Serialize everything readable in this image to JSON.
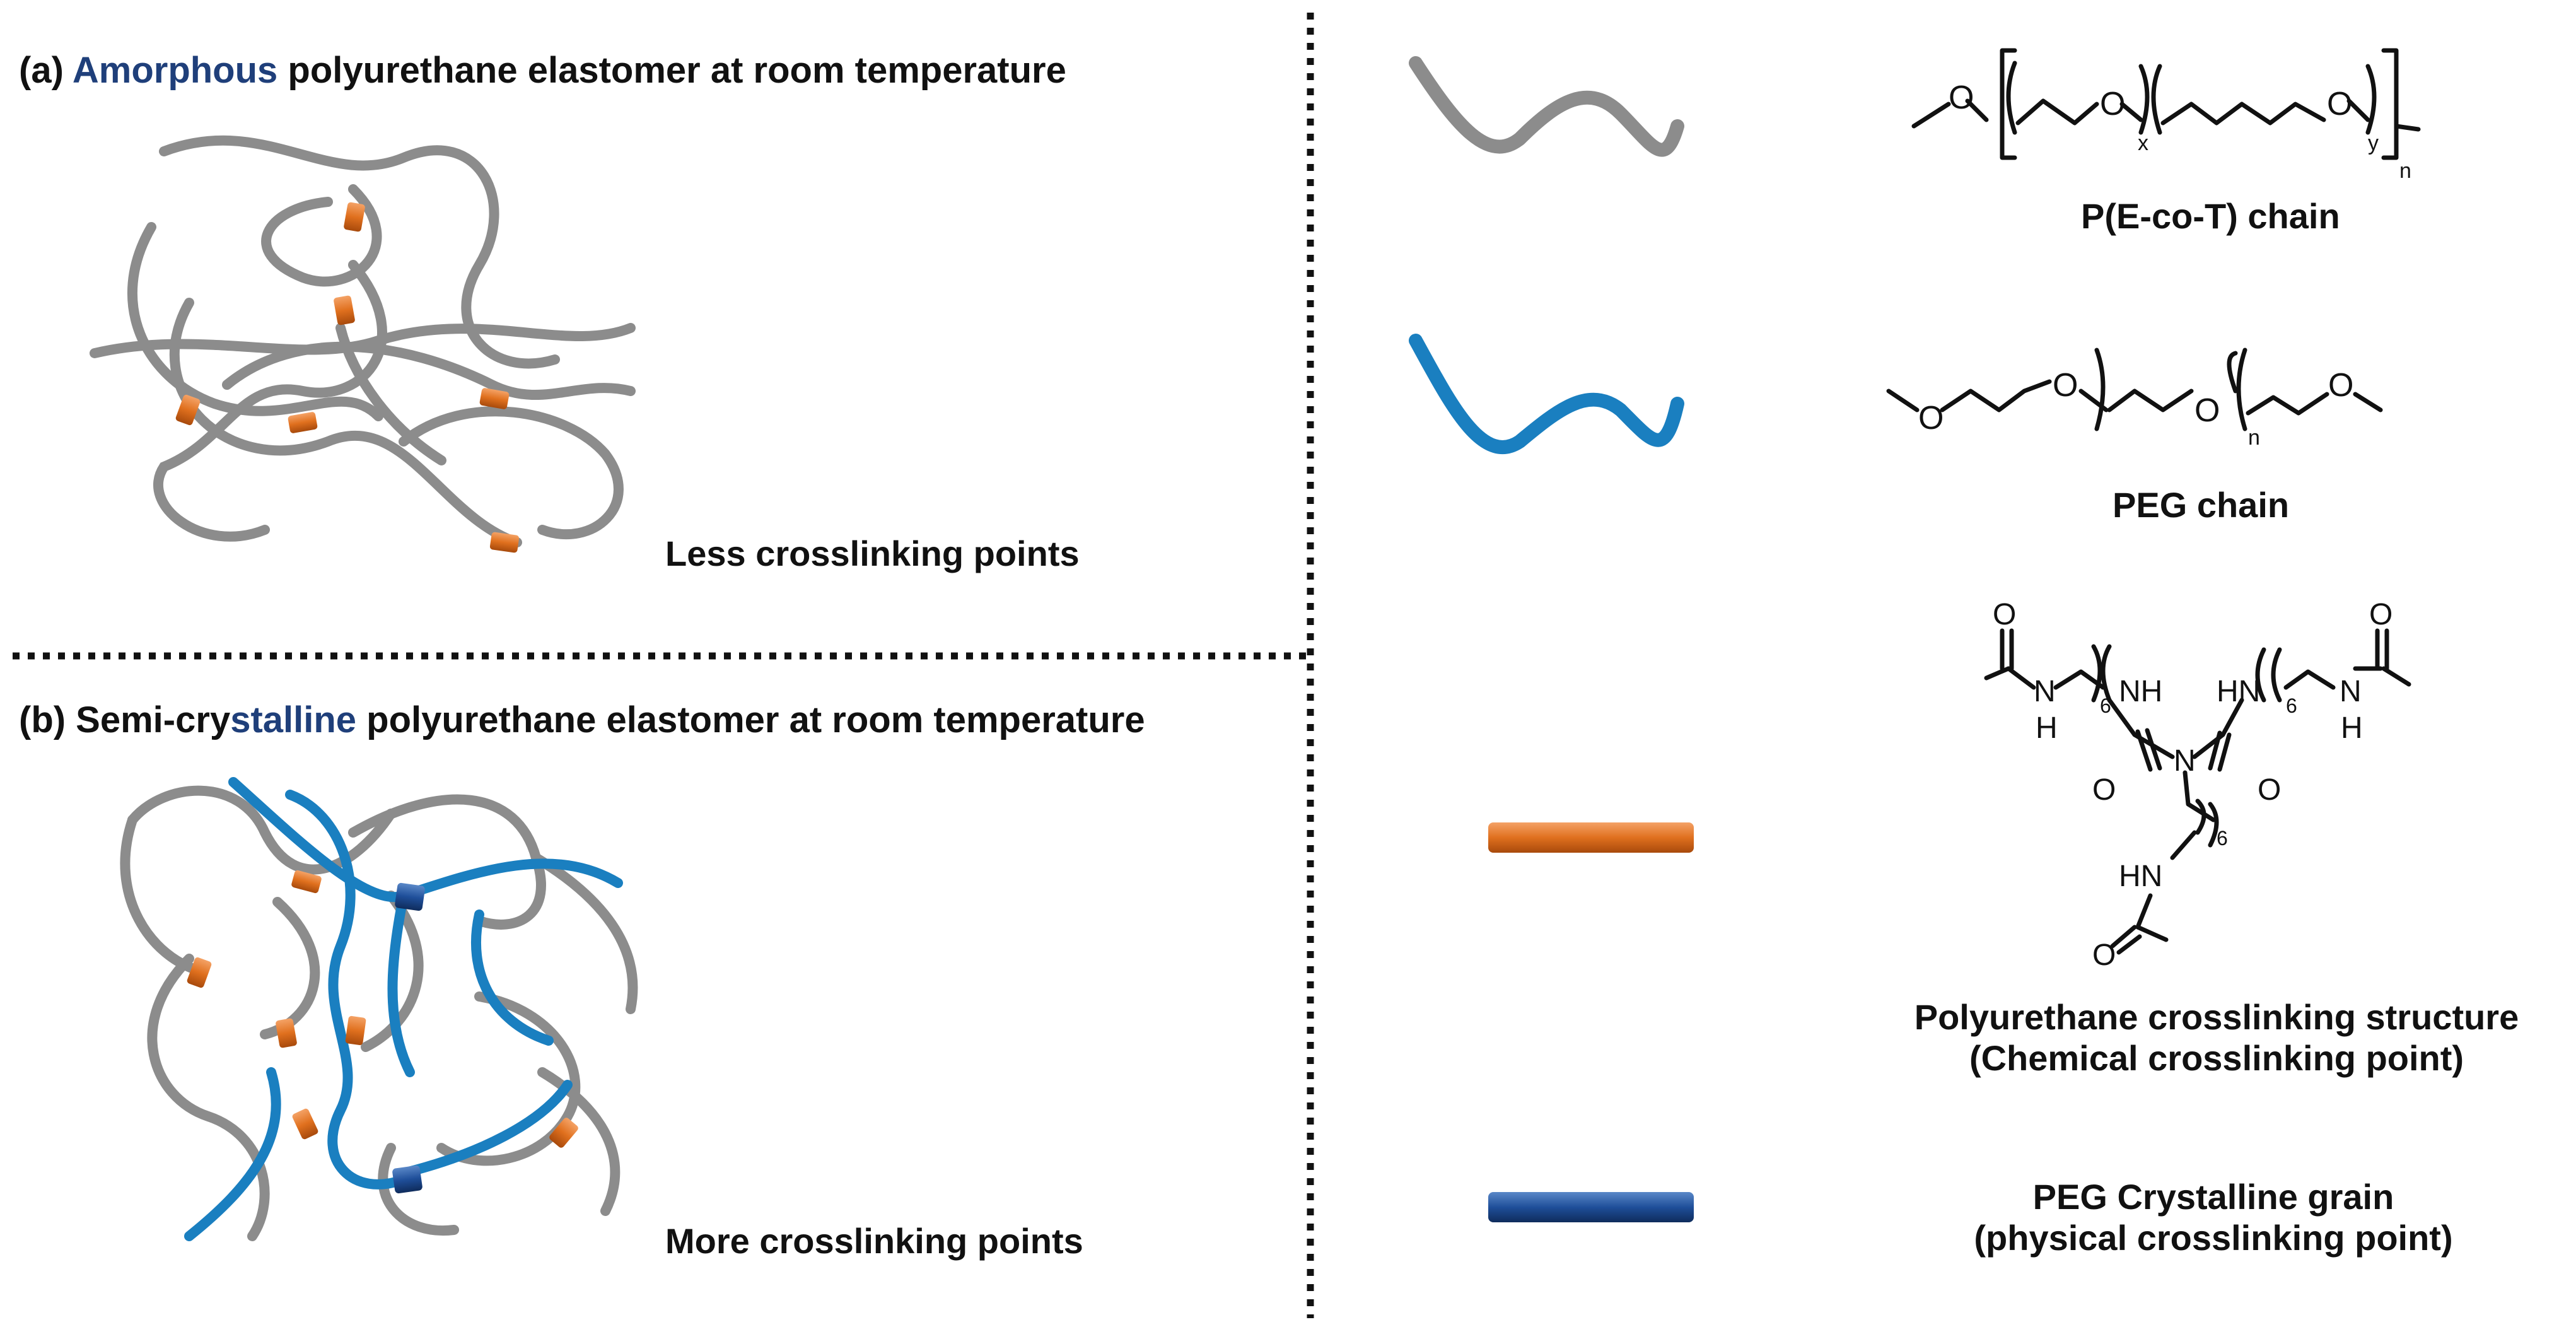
{
  "colors": {
    "chain_gray": "#8c8c8c",
    "chain_blue": "#1a7fc0",
    "chem_crosslink": "#e0701e",
    "phys_crosslink": "#1f4f9a",
    "highlight_text": "#1f3f7a",
    "divider": "#111111"
  },
  "panel_a": {
    "prefix": "(a) ",
    "highlight": "Amorphous",
    "suffix": " polyurethane elastomer at room temperature",
    "caption": "Less crosslinking points"
  },
  "panel_b": {
    "prefix": "(b) Semi-cry",
    "highlight": "stalline",
    "suffix": " polyurethane elastomer at room temperature",
    "caption": "More crosslinking points"
  },
  "legend": {
    "pect": {
      "label": "P(E-co-T) chain",
      "sub_x": "x",
      "sub_y": "y",
      "sub_n": "n"
    },
    "peg": {
      "label": "PEG chain",
      "sub_n": "n"
    },
    "crosslink": {
      "label_line1": "Polyurethane crosslinking structure",
      "label_line2": "(Chemical crosslinking point)",
      "atom_O": "O",
      "atom_NH": "NH",
      "atom_HN": "HN",
      "atom_N": "N",
      "atom_H": "H",
      "sub_6": "6"
    },
    "grain": {
      "label_line1": "PEG Crystalline grain",
      "label_line2": "(physical crosslinking point)"
    }
  }
}
